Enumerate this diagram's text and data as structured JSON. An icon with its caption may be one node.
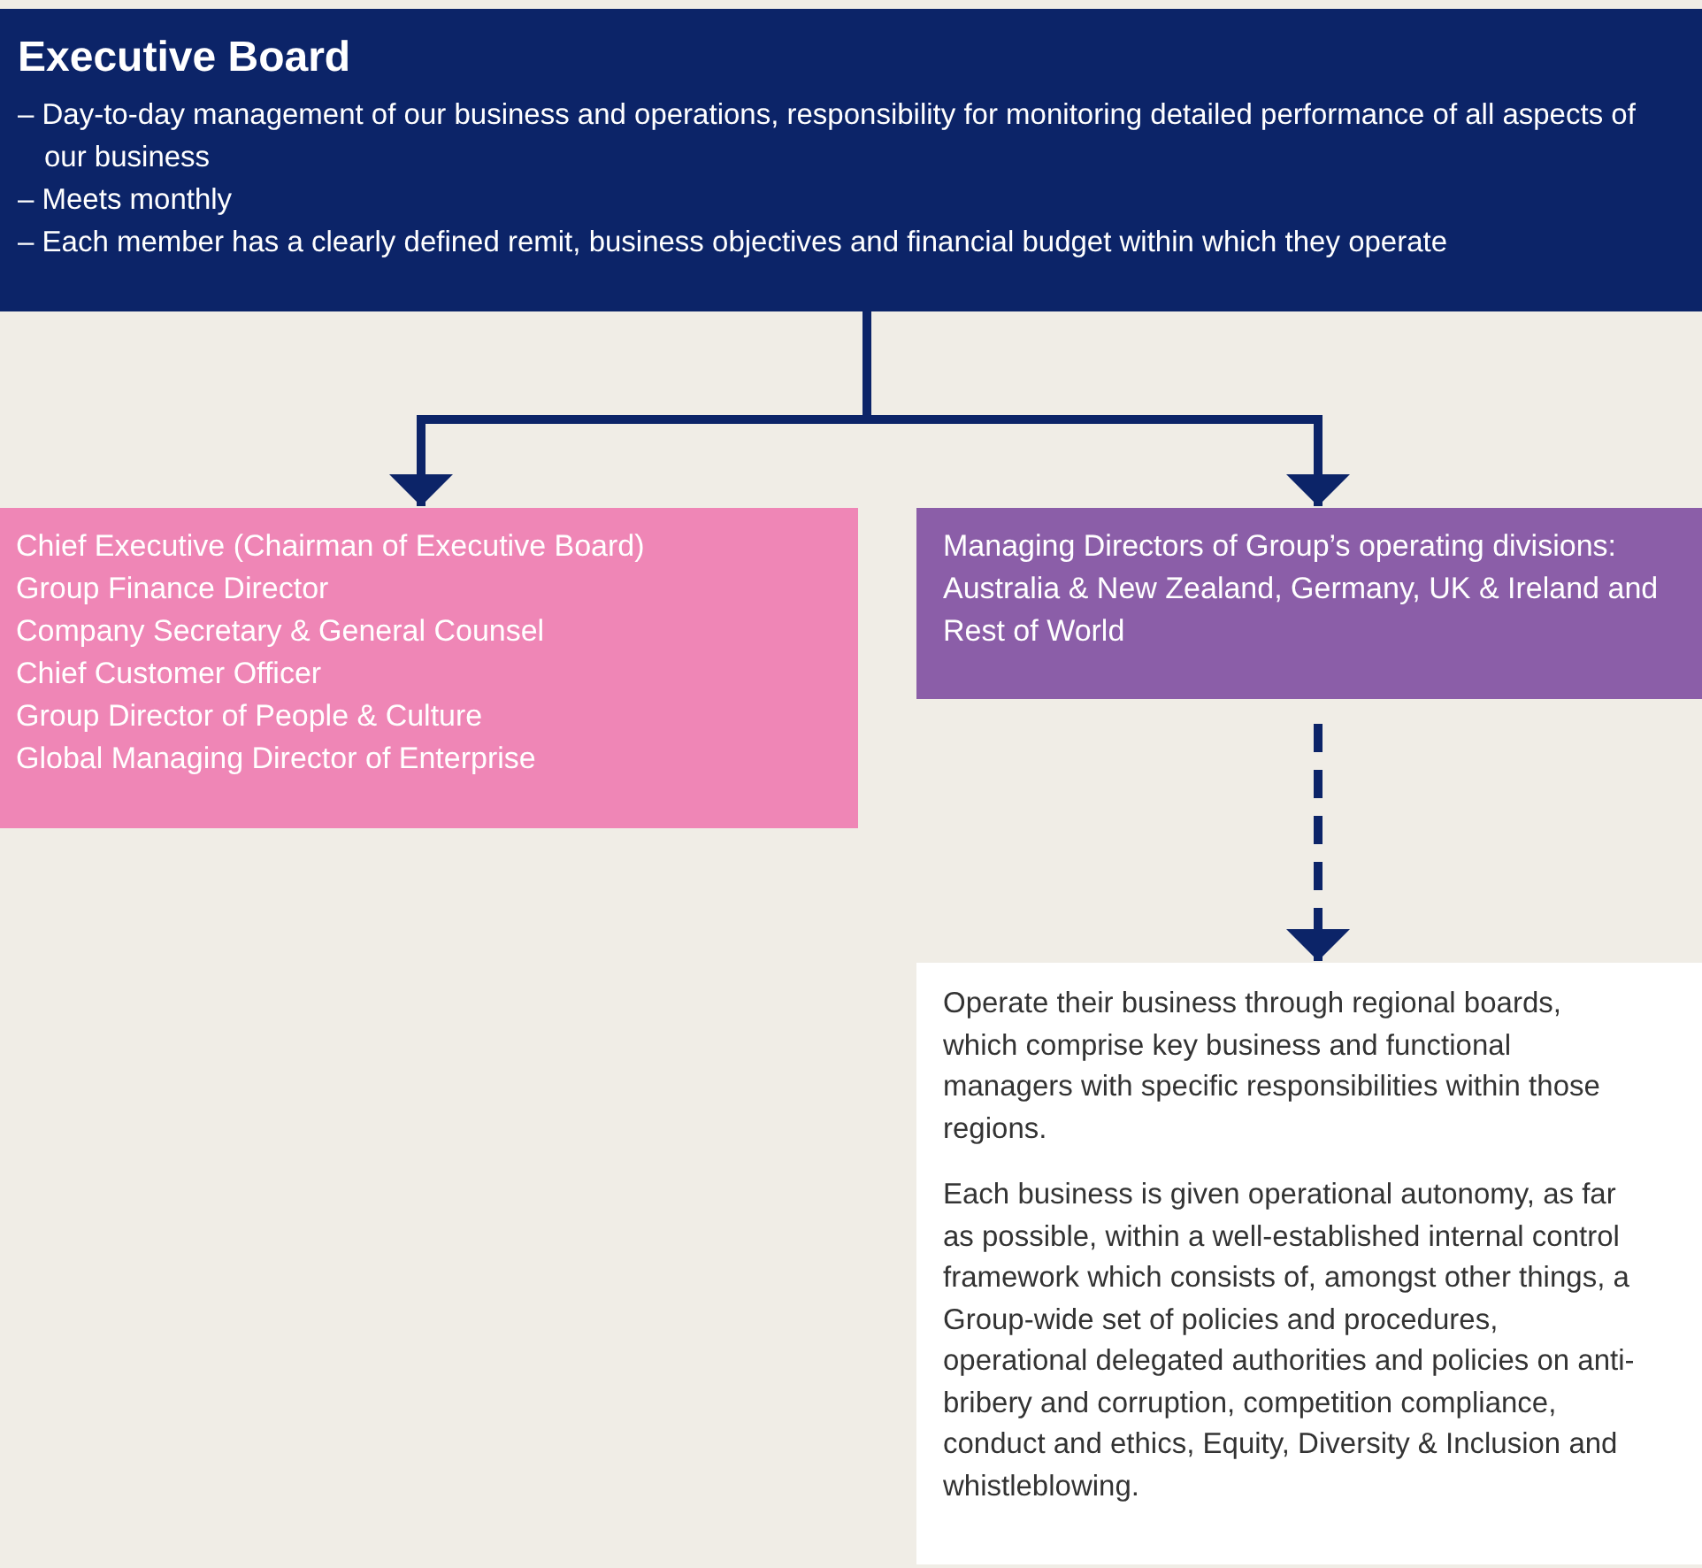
{
  "diagram": {
    "nodes": [
      {
        "text": [
          "Executive Board",
          "– Day-to-day management of our business and operations, responsibility for monitoring detailed performance of all aspects of our business",
          "– Meets monthly",
          "– Each member has a clearly defined remit, business objectives and financial budget within which they operate"
        ]
      },
      {
        "text": [
          "Chief Executive (Chairman of Executive Board)",
          "Group Finance Director",
          "Company Secretary & General Counsel",
          "Chief Customer Officer",
          "Group Director of People & Culture",
          "Global Managing Director of Enterprise"
        ]
      },
      {
        "text": [
          "Managing Directors of Group’s operating divisions: Australia & New Zealand, Germany, UK & Ireland and Rest of World"
        ]
      },
      {
        "text": [
          "Operate their business through regional boards, which comprise key business and functional managers with specific responsibilities within those regions.",
          "Each business is given operational autonomy, as far as possible, within a well-established internal control framework which consists of, amongst other things, a Group-wide set of policies and procedures, operational delegated authorities and policies on anti-bribery and corruption, competition compliance, conduct and ethics, Equity, Diversity & Inclusion and whistleblowing."
        ]
      }
    ],
    "edges": [
      {
        "from": 0,
        "to": 1,
        "arrow": "to"
      },
      {
        "from": 0,
        "to": 2,
        "arrow": "to"
      },
      {
        "from": 2,
        "to": 3,
        "arrow": "to",
        "style": "dashed"
      }
    ]
  }
}
